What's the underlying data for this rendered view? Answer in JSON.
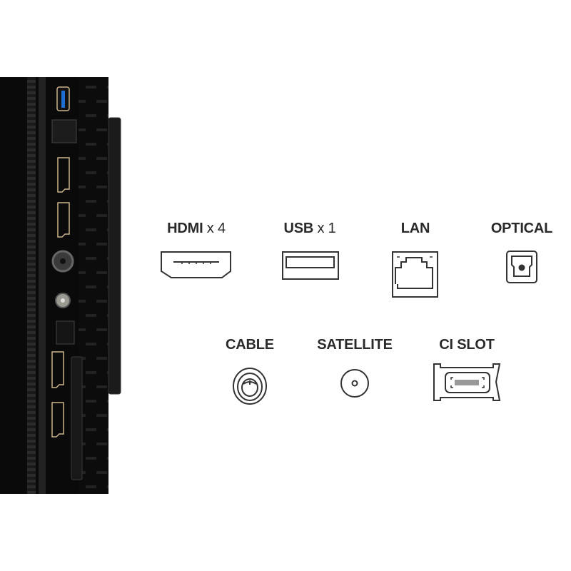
{
  "ports": [
    {
      "id": "hdmi",
      "label": "HDMI",
      "count": "x 4",
      "icon": "hdmi-icon"
    },
    {
      "id": "usb",
      "label": "USB",
      "count": "x 1",
      "icon": "usb-icon"
    },
    {
      "id": "lan",
      "label": "LAN",
      "icon": "lan-icon"
    },
    {
      "id": "optical",
      "label": "OPTICAL",
      "icon": "optical-icon"
    },
    {
      "id": "cable",
      "label": "CABLE",
      "icon": "cable-icon"
    },
    {
      "id": "satellite",
      "label": "SATELLITE",
      "icon": "satellite-icon"
    },
    {
      "id": "ci",
      "label": "CI SLOT",
      "icon": "ci-slot-icon"
    }
  ],
  "colors": {
    "text": "#2a2a2a",
    "icon_stroke": "#333333",
    "tv_body": "#0d0d0d",
    "usb_blue": "#1f6fd1",
    "port_gold": "#c9b48a"
  }
}
